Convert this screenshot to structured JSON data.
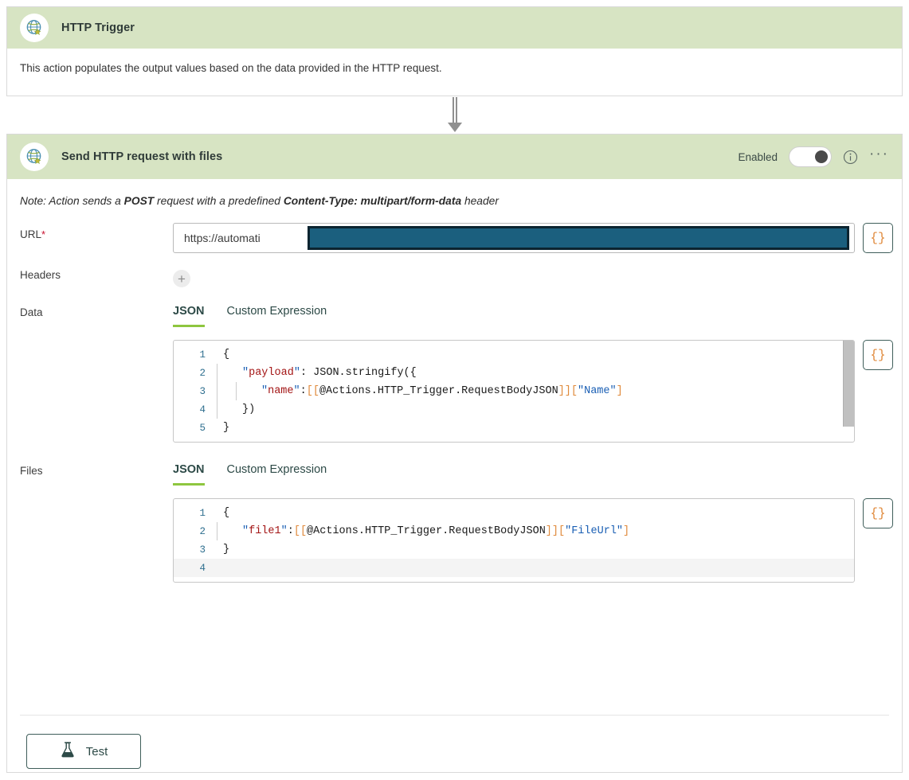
{
  "trigger_card": {
    "icon": "globe-icon",
    "title": "HTTP Trigger",
    "description": "This action populates the output values based on the data provided in the HTTP request."
  },
  "connector": {
    "icon": "arrow-down-icon"
  },
  "action_card": {
    "icon": "globe-icon",
    "title": "Send HTTP request with files",
    "enabled_label": "Enabled",
    "toggle_state": "on",
    "info_icon": "info-icon",
    "more_icon": "ellipsis-icon",
    "note": {
      "part1": "Note: Action sends a ",
      "bold1": "POST",
      "part2": " request with a predefined ",
      "bold2": "Content-Type: multipart/form-data",
      "part3": " header"
    },
    "url": {
      "label": "URL",
      "required_marker": "*",
      "value": "https://automati",
      "redacted": true,
      "expression_button": "{}"
    },
    "headers": {
      "label": "Headers",
      "add_button": "+"
    },
    "data": {
      "label": "Data",
      "tabs": [
        {
          "label": "JSON",
          "active": true
        },
        {
          "label": "Custom Expression",
          "active": false
        }
      ],
      "expression_button": "{}",
      "lines": [
        {
          "n": "1",
          "indent": 0,
          "tokens": [
            {
              "t": "plain",
              "v": "{"
            }
          ]
        },
        {
          "n": "2",
          "indent": 1,
          "tokens": [
            {
              "t": "q",
              "v": "\""
            },
            {
              "t": "key",
              "v": "payload"
            },
            {
              "t": "q",
              "v": "\""
            },
            {
              "t": "plain",
              "v": ": JSON.stringify({"
            }
          ]
        },
        {
          "n": "3",
          "indent": 2,
          "tokens": [
            {
              "t": "q",
              "v": "\""
            },
            {
              "t": "key",
              "v": "name"
            },
            {
              "t": "q",
              "v": "\""
            },
            {
              "t": "plain",
              "v": ":"
            },
            {
              "t": "brk",
              "v": "[["
            },
            {
              "t": "plain",
              "v": "@Actions.HTTP_Trigger.RequestBodyJSON"
            },
            {
              "t": "brk",
              "v": "]]["
            },
            {
              "t": "str",
              "v": "\"Name\""
            },
            {
              "t": "brk",
              "v": "]"
            }
          ]
        },
        {
          "n": "4",
          "indent": 1,
          "tokens": [
            {
              "t": "plain",
              "v": "})"
            }
          ]
        },
        {
          "n": "5",
          "indent": 0,
          "tokens": [
            {
              "t": "plain",
              "v": "}"
            }
          ]
        }
      ]
    },
    "files": {
      "label": "Files",
      "tabs": [
        {
          "label": "JSON",
          "active": true
        },
        {
          "label": "Custom Expression",
          "active": false
        }
      ],
      "expression_button": "{}",
      "lines": [
        {
          "n": "1",
          "indent": 0,
          "tokens": [
            {
              "t": "plain",
              "v": "{"
            }
          ]
        },
        {
          "n": "2",
          "indent": 1,
          "tokens": [
            {
              "t": "q",
              "v": "\""
            },
            {
              "t": "key",
              "v": "file1"
            },
            {
              "t": "q",
              "v": "\""
            },
            {
              "t": "plain",
              "v": ":"
            },
            {
              "t": "brk",
              "v": "[["
            },
            {
              "t": "plain",
              "v": "@Actions.HTTP_Trigger.RequestBodyJSON"
            },
            {
              "t": "brk",
              "v": "]]["
            },
            {
              "t": "str",
              "v": "\"FileUrl\""
            },
            {
              "t": "brk",
              "v": "]"
            }
          ]
        },
        {
          "n": "3",
          "indent": 0,
          "tokens": [
            {
              "t": "plain",
              "v": "}"
            }
          ]
        },
        {
          "n": "4",
          "indent": 0,
          "highlight": true,
          "tokens": []
        }
      ]
    },
    "test_button": {
      "label": "Test",
      "icon": "flask-icon"
    }
  },
  "colors": {
    "header_green": "#d7e4c3",
    "tab_accent": "#8ec63f",
    "required_red": "#c8102e",
    "redaction_fill": "#1b5f7e",
    "expression_orange": "#e08a3c",
    "code_key_red": "#a31515",
    "code_string_blue": "#1a5fb4"
  }
}
